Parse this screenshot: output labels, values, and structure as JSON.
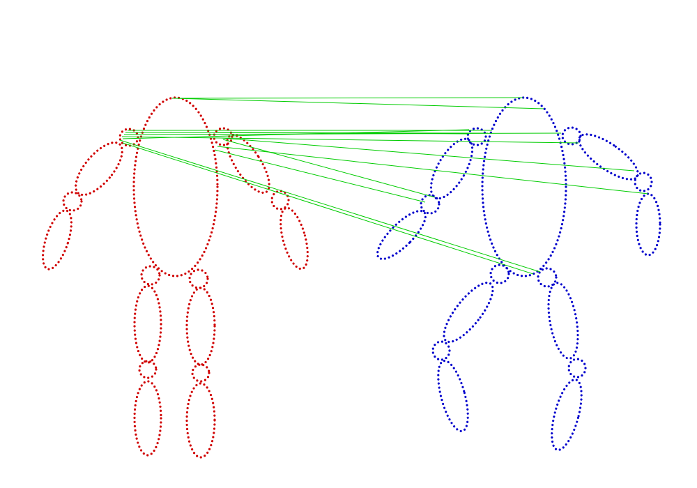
{
  "figure": {
    "description_type": "shape-correspondence",
    "colors": {
      "source": "#d00000",
      "target": "#0000cc",
      "correspondence": "#00cc00",
      "background": "#ffffff"
    },
    "models": [
      {
        "id": "source",
        "color_key": "source",
        "parts": [
          "torso",
          "left-upper-arm",
          "left-elbow",
          "left-forearm",
          "left-shoulder",
          "right-shoulder",
          "right-upper-arm",
          "right-elbow",
          "right-forearm",
          "left-hip",
          "left-thigh",
          "left-knee",
          "left-shin",
          "right-hip",
          "right-thigh",
          "right-knee",
          "right-shin"
        ]
      },
      {
        "id": "target",
        "color_key": "target",
        "parts": [
          "torso",
          "left-shoulder",
          "left-upper-arm",
          "left-elbow",
          "left-forearm",
          "right-shoulder",
          "right-upper-arm",
          "right-elbow",
          "right-forearm",
          "left-hip",
          "left-thigh",
          "left-knee",
          "left-shin",
          "right-hip",
          "right-thigh",
          "right-knee",
          "right-shin"
        ]
      }
    ],
    "correspondence_count": 12
  }
}
